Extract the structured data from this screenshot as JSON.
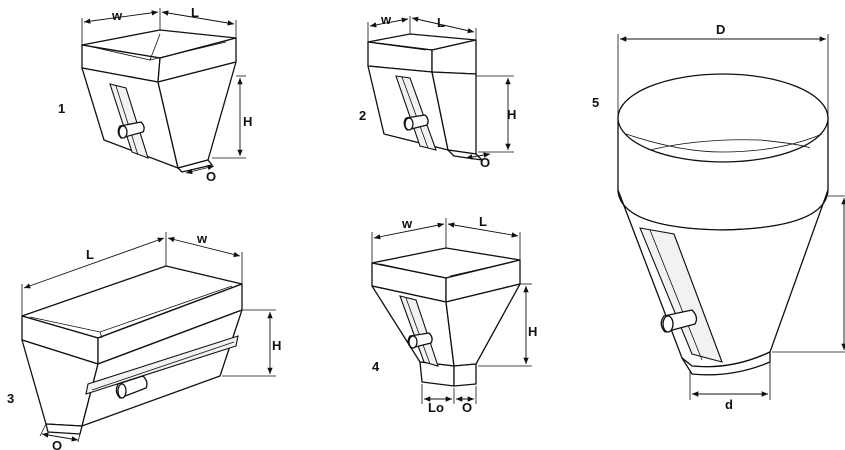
{
  "figures": [
    {
      "number": "1",
      "labels": {
        "w": "w",
        "L": "L",
        "H": "H",
        "O": "O"
      }
    },
    {
      "number": "2",
      "labels": {
        "w": "w",
        "L": "L",
        "H": "H",
        "O": "O"
      }
    },
    {
      "number": "3",
      "labels": {
        "L": "L",
        "w": "w",
        "H": "H",
        "O": "O"
      }
    },
    {
      "number": "4",
      "labels": {
        "w": "w",
        "L": "L",
        "H": "H",
        "Lo": "Lo",
        "O": "O"
      }
    },
    {
      "number": "5",
      "labels": {
        "D": "D",
        "d": "d"
      }
    }
  ]
}
